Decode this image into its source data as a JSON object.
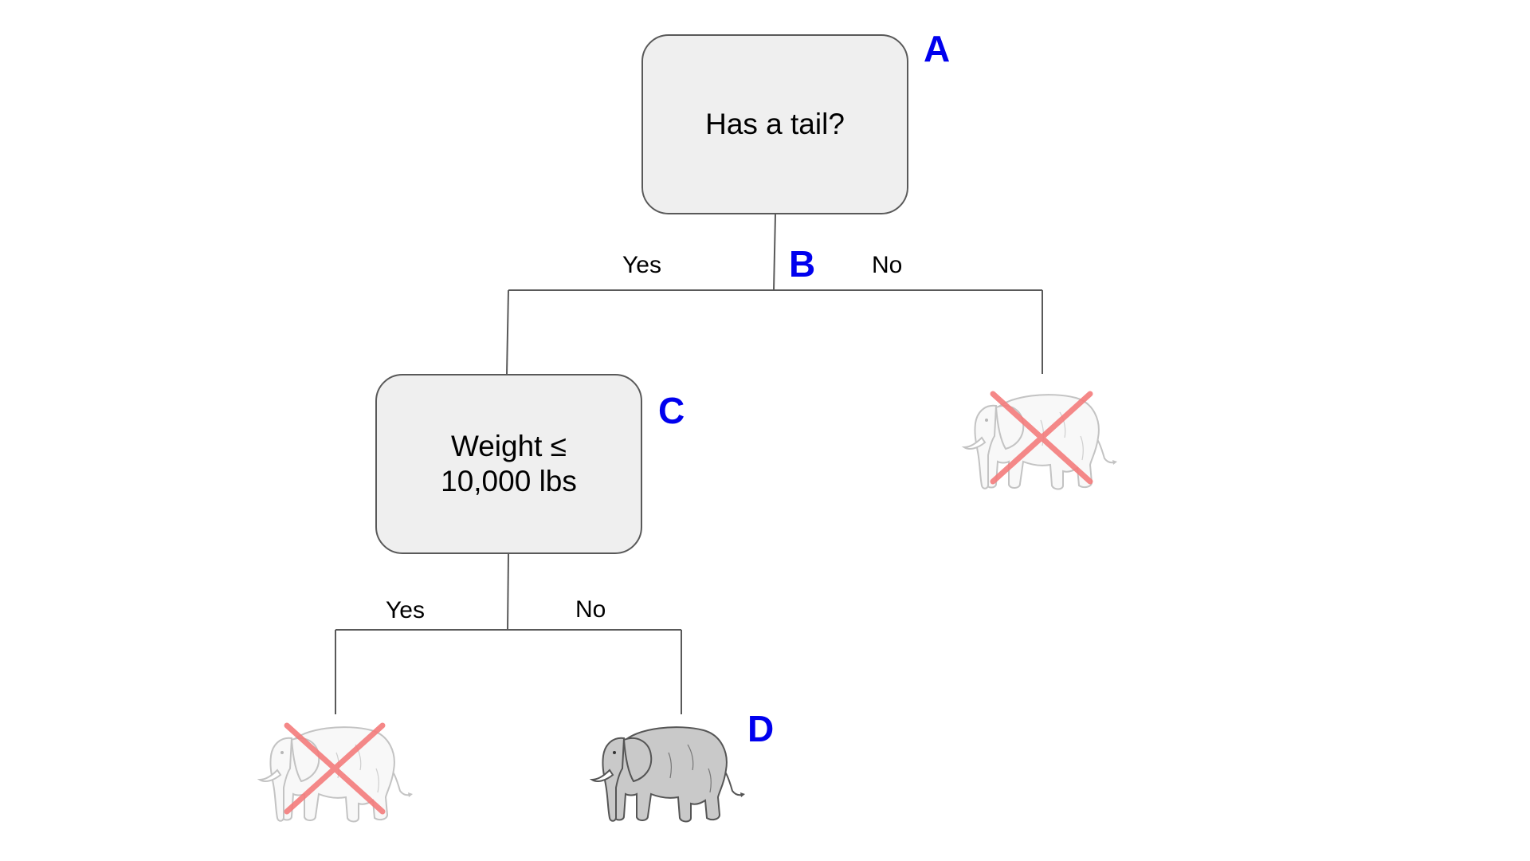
{
  "colors": {
    "node_fill": "#efefef",
    "node_border": "#595959",
    "edge": "#595959",
    "marker": "#0000ee",
    "cross": "#f47c7c",
    "elephant_active": "#c9c9c9",
    "elephant_faded": "#ececec"
  },
  "nodes": {
    "root": {
      "text": "Has a tail?"
    },
    "weight": {
      "line1": "Weight ≤",
      "line2": "10,000 lbs"
    }
  },
  "branches": {
    "root_yes": "Yes",
    "root_no": "No",
    "weight_yes": "Yes",
    "weight_no": "No"
  },
  "markers": {
    "a": "A",
    "b": "B",
    "c": "C",
    "d": "D"
  },
  "leaves": [
    {
      "id": "no-tail-leaf",
      "icon": "elephant-icon",
      "crossed": true
    },
    {
      "id": "light-leaf",
      "icon": "elephant-icon",
      "crossed": true
    },
    {
      "id": "heavy-leaf",
      "icon": "elephant-icon",
      "crossed": false
    }
  ]
}
